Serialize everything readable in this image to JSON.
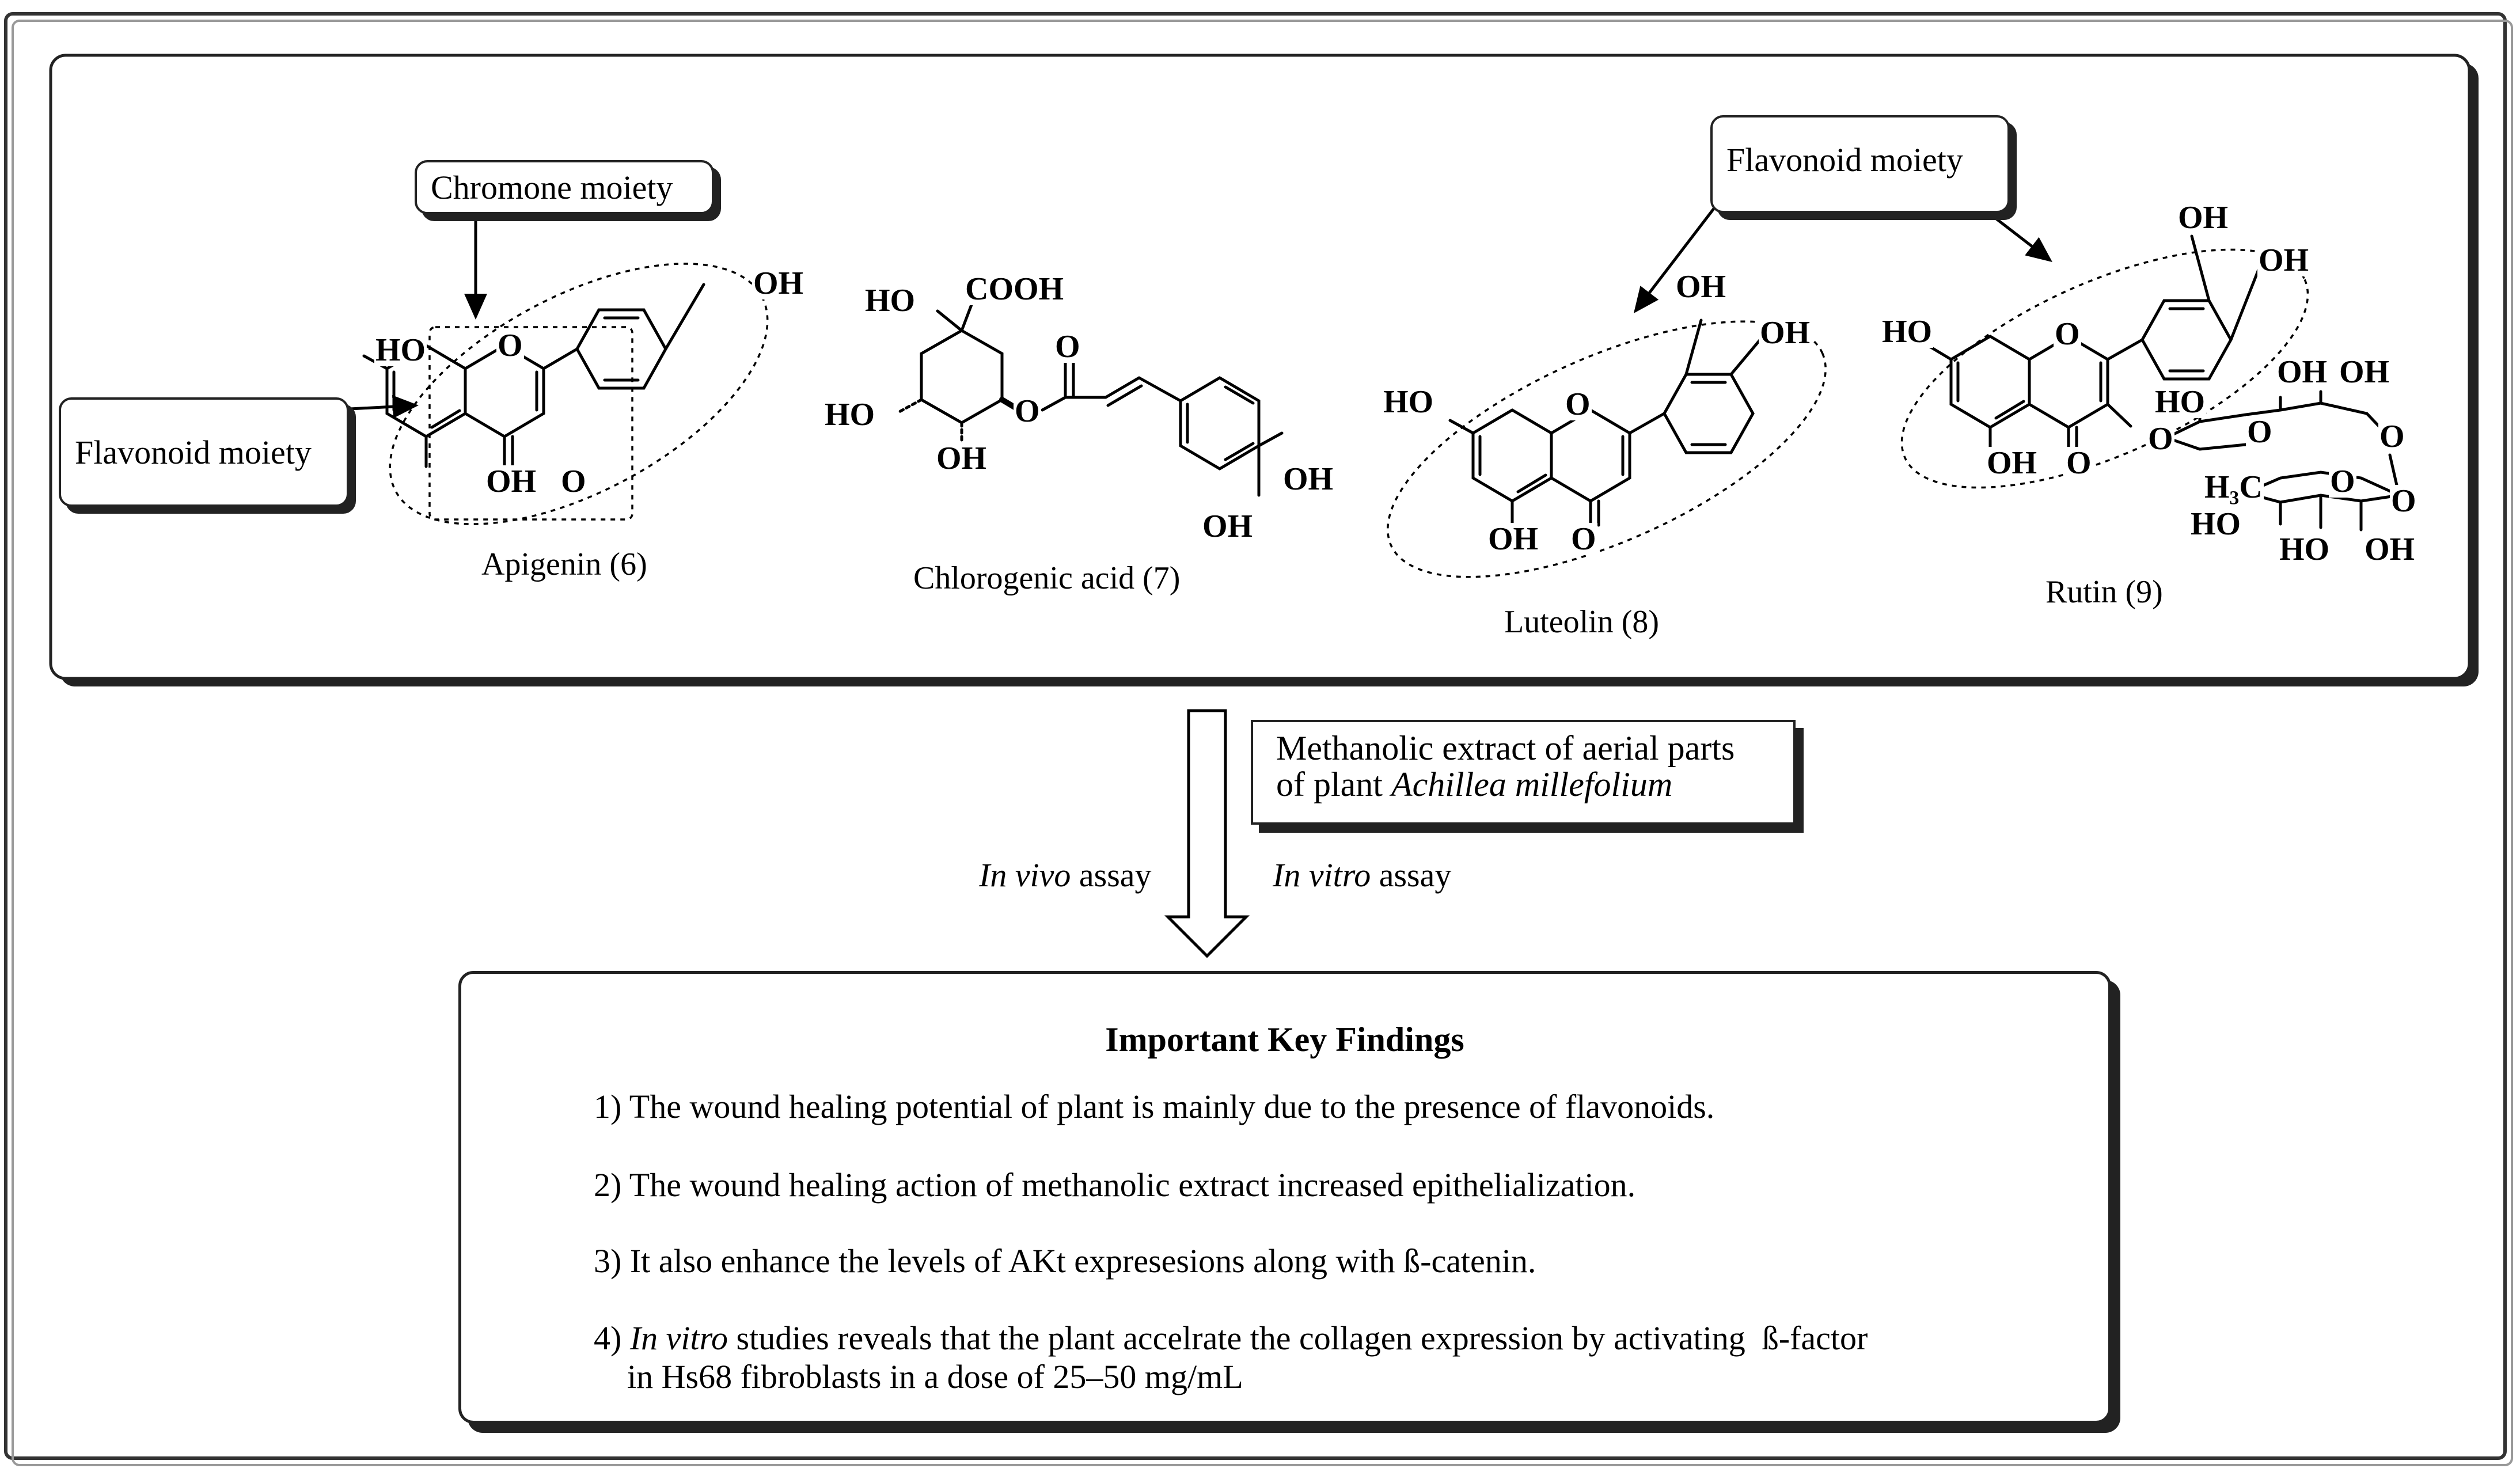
{
  "compounds": [
    {
      "id": "apigenin",
      "name": "Apigenin (6)"
    },
    {
      "id": "chlorogenic",
      "name": "Chlorogenic acid (7)"
    },
    {
      "id": "luteolin",
      "name": "Luteolin (8)"
    },
    {
      "id": "rutin",
      "name": "Rutin (9)"
    }
  ],
  "callouts": {
    "chromone": "Chromone moiety",
    "flavonoid_left": "Flavonoid moiety",
    "flavonoid_right": "Flavonoid moiety"
  },
  "extract": {
    "line1": "Methanolic extract of aerial parts",
    "line2_prefix": "of plant ",
    "line2_species": "Achillea millefolium"
  },
  "assays": {
    "in_vivo_italic": "In vivo",
    "in_vivo_rest": " assay",
    "in_vitro_italic": "In vitro",
    "in_vitro_rest": " assay"
  },
  "findings": {
    "title": "Important Key Findings",
    "items": [
      "1) The wound healing potential of plant is mainly due to the presence of flavonoids.",
      "2) The wound healing action of methanolic extract increased epithelialization.",
      "3) It also enhance the levels of AKt expresesions along with ß-catenin."
    ],
    "item4_prefix": "4) ",
    "item4_italic": "In vitro",
    "item4_rest": " studies reveals that the plant accelrate the collagen expression by activating  ß-factor",
    "item4_line2": "in Hs68 fibroblasts in a dose of 25–50 mg/mL"
  },
  "atoms": {
    "oh": "OH",
    "ho": "HO",
    "o": "O",
    "cooh": "COOH",
    "h3c": "H₃C"
  }
}
